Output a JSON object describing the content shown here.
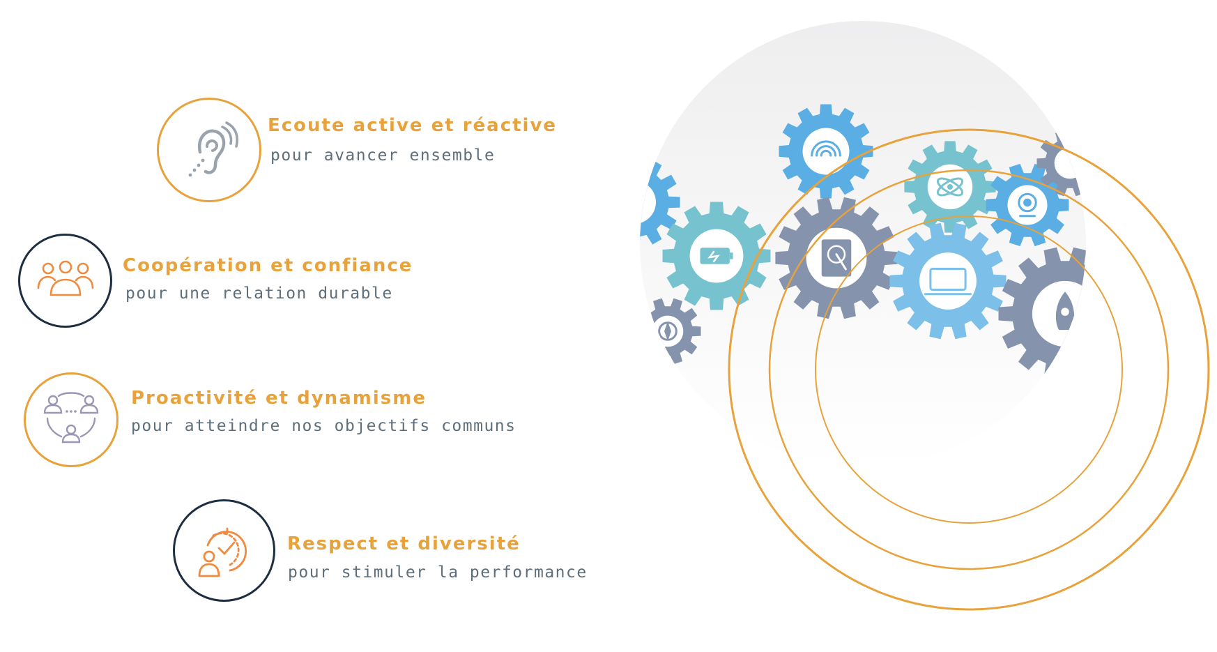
{
  "values": [
    {
      "title": "Ecoute active et réactive",
      "subtitle": "pour avancer ensemble",
      "icon": "hearing-ear-icon",
      "ring_color": "#E8A23C"
    },
    {
      "title": "Coopération et confiance",
      "subtitle": "pour une relation durable",
      "icon": "team-group-icon",
      "ring_color": "#1C2E40"
    },
    {
      "title": "Proactivité et dynamisme",
      "subtitle": "pour atteindre nos objectifs communs",
      "icon": "connected-people-icon",
      "ring_color": "#E8A23C"
    },
    {
      "title": "Respect et diversité",
      "subtitle": "pour stimuler la performance",
      "icon": "person-clock-icon",
      "ring_color": "#1C2E40"
    }
  ],
  "illustration": {
    "gear_icons": [
      "fingerprint-icon",
      "atom-icon",
      "webcam-icon",
      "battery-icon",
      "hard-drive-icon",
      "laptop-icon",
      "rocket-icon",
      "compass-icon"
    ]
  },
  "colors": {
    "accent_orange": "#E8A23C",
    "dark_navy": "#1C2E40",
    "subtitle_gray": "#5E6E7A",
    "gear_blue": "#5AAEE3",
    "gear_teal": "#76C2CF",
    "gear_slate": "#8594AC",
    "gear_light_blue": "#7CBFE8"
  }
}
